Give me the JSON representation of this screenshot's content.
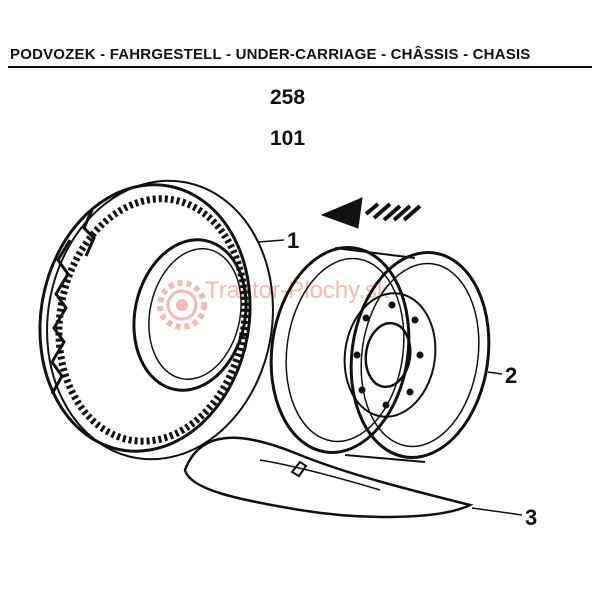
{
  "header": {
    "title": "PODVOZEK - FAHRGESTELL - UNDER-CARRIAGE - CHÂSSIS - CHASIS"
  },
  "codes": {
    "group": "258",
    "sub": "101"
  },
  "callouts": [
    {
      "label": "1",
      "part": "tyre"
    },
    {
      "label": "2",
      "part": "wheel-rim"
    },
    {
      "label": "3",
      "part": "inner-tube"
    }
  ],
  "watermark": {
    "text": "Traktor-Plochy.sk",
    "color": "#e3867c"
  },
  "colors": {
    "ink": "#111111",
    "background": "#ffffff"
  }
}
